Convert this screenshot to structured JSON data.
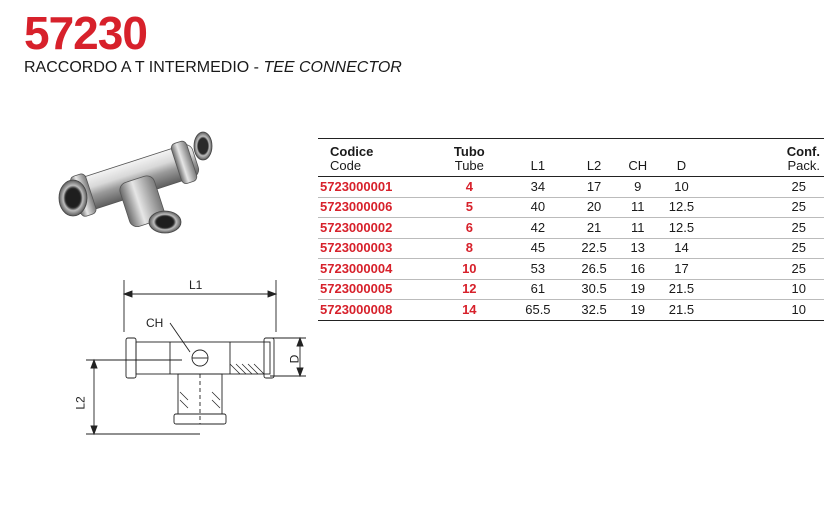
{
  "header": {
    "code": "57230",
    "name_it": "RACCORDO A T INTERMEDIO",
    "separator": " - ",
    "name_en": "TEE CONNECTOR"
  },
  "drawing": {
    "labels": {
      "l1": "L1",
      "l2": "L2",
      "ch": "CH",
      "d": "D"
    }
  },
  "table": {
    "headers": {
      "code": {
        "it": "Codice",
        "en": "Code"
      },
      "tube": {
        "it": "Tubo",
        "en": "Tube"
      },
      "l1": "L1",
      "l2": "L2",
      "ch": "CH",
      "d": "D",
      "pack": {
        "it": "Conf.",
        "en": "Pack."
      }
    },
    "rows": [
      {
        "code": "5723000001",
        "tube": "4",
        "l1": "34",
        "l2": "17",
        "ch": "9",
        "d": "10",
        "pack": "25"
      },
      {
        "code": "5723000006",
        "tube": "5",
        "l1": "40",
        "l2": "20",
        "ch": "11",
        "d": "12.5",
        "pack": "25"
      },
      {
        "code": "5723000002",
        "tube": "6",
        "l1": "42",
        "l2": "21",
        "ch": "11",
        "d": "12.5",
        "pack": "25"
      },
      {
        "code": "5723000003",
        "tube": "8",
        "l1": "45",
        "l2": "22.5",
        "ch": "13",
        "d": "14",
        "pack": "25"
      },
      {
        "code": "5723000004",
        "tube": "10",
        "l1": "53",
        "l2": "26.5",
        "ch": "16",
        "d": "17",
        "pack": "25"
      },
      {
        "code": "5723000005",
        "tube": "12",
        "l1": "61",
        "l2": "30.5",
        "ch": "19",
        "d": "21.5",
        "pack": "10"
      },
      {
        "code": "5723000008",
        "tube": "14",
        "l1": "65.5",
        "l2": "32.5",
        "ch": "19",
        "d": "21.5",
        "pack": "10"
      }
    ]
  },
  "colors": {
    "brand_red": "#d7212b",
    "text": "#1a1a1a"
  }
}
